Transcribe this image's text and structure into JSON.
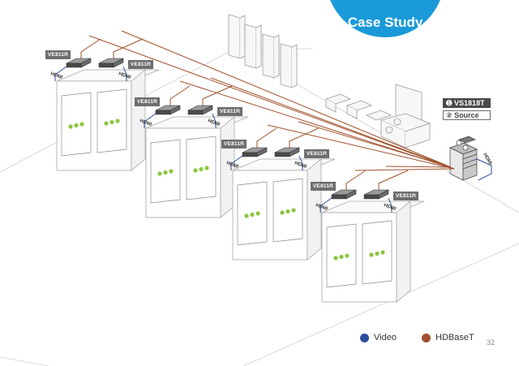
{
  "header": {
    "title": "Case Study"
  },
  "page_number": "32",
  "legend": [
    {
      "label": "Video",
      "color": "#2c4f9e"
    },
    {
      "label": "HDBaseT",
      "color": "#a0522d"
    }
  ],
  "labels": {
    "receiver": "VE811R",
    "hdmi": "HDMI",
    "transmitter": "➊ VS1818T",
    "source": "② Source"
  },
  "colors": {
    "accent": "#1a9ad9",
    "hdbaset_line": "#a0522d",
    "video_line": "#2c4f9e",
    "kiosk_dot": "#8cc63f"
  }
}
